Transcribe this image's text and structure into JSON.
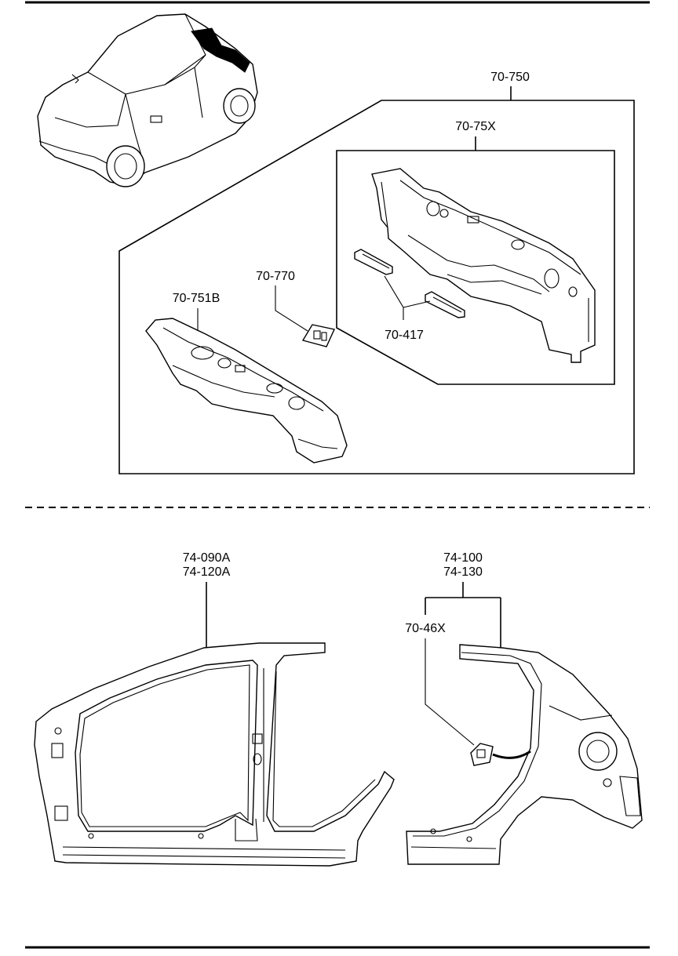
{
  "labels": {
    "rear_panel_assembly": "70-750",
    "rear_panel": "70-75X",
    "rear_floor_pan": "70-751B",
    "bracket": "70-770",
    "reinforcement": "70-417",
    "front_side_outer_a": "74-090A",
    "front_side_outer_b": "74-120A",
    "rear_side_outer_a": "74-100",
    "rear_side_outer_b": "74-130",
    "fuel_lid_housing": "70-46X"
  }
}
